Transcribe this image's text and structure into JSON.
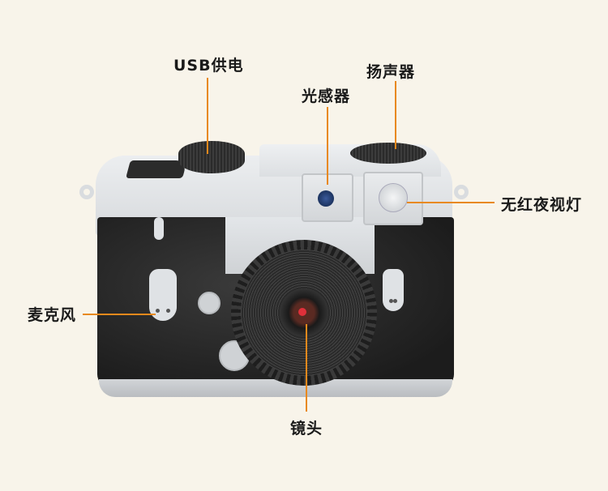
{
  "labels": {
    "usb_power": "USB供电",
    "speaker": "扬声器",
    "light_sensor": "光感器",
    "ir_night_light": "无红夜视灯",
    "microphone": "麦克风",
    "lens": "镜头"
  },
  "colors": {
    "background": "#f8f4ea",
    "callout_line": "#e8891c",
    "label_text": "#1a1a1a"
  }
}
